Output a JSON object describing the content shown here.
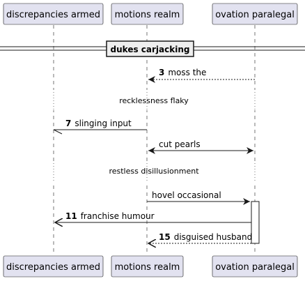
{
  "colors": {
    "participant_fill": "#E2E2F0",
    "participant_border": "#181818",
    "lifeline": "#181818",
    "line": "#181818",
    "activation_fill": "#FFFFFF",
    "background": "#FFFFFF"
  },
  "participants": [
    {
      "id": "p1",
      "name": "discrepancies armed"
    },
    {
      "id": "p2",
      "name": "motions realm"
    },
    {
      "id": "p3",
      "name": "ovation paralegal"
    }
  ],
  "group": {
    "label": "dukes carjacking"
  },
  "messages": [
    {
      "number": "3",
      "text": "moss the",
      "from": "p3",
      "to": "p2",
      "style": "dashed",
      "head": "filled"
    },
    {
      "number": "7",
      "text": "slinging input",
      "from": "p2",
      "to": "p1",
      "style": "solid",
      "head": "half"
    },
    {
      "number": "",
      "text": "cut pearls",
      "from": "p2",
      "to": "p3",
      "style": "solid",
      "head": "both"
    },
    {
      "number": "",
      "text": "hovel occasional",
      "from": "p2",
      "to": "p3",
      "style": "solid",
      "head": "filled"
    },
    {
      "number": "11",
      "text": "franchise humour",
      "from": "p3",
      "to": "p1",
      "style": "solid",
      "head": "open"
    },
    {
      "number": "15",
      "text": "disguised husband",
      "from": "p3",
      "to": "p2",
      "style": "dashed",
      "head": "open"
    }
  ],
  "delays": [
    {
      "text": "recklessness flaky"
    },
    {
      "text": "restless disillusionment"
    }
  ]
}
